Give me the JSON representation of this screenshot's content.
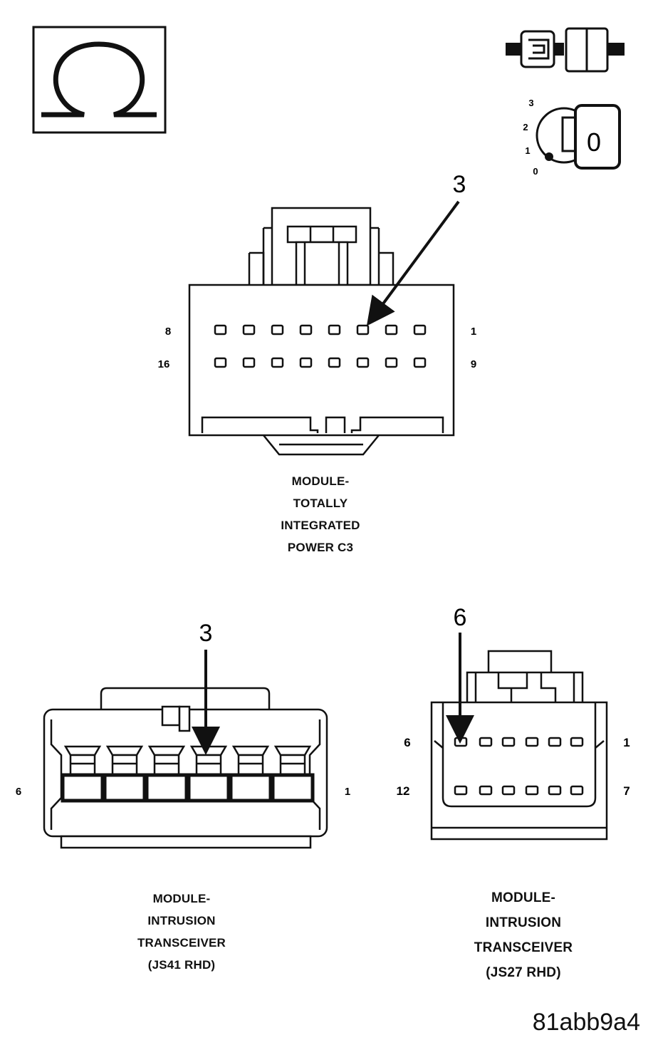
{
  "icons": {
    "ohmmeter": "ohm-icon",
    "disconnect": "connector-disconnect-icon",
    "ignition": "ignition-key-icon"
  },
  "ignition": {
    "positions": [
      "3",
      "2",
      "1",
      "0"
    ],
    "key_label": "0"
  },
  "tipm_c3": {
    "callout": "3",
    "pin_left_top": "8",
    "pin_right_top": "1",
    "pin_left_bottom": "16",
    "pin_right_bottom": "9",
    "caption": [
      "MODULE-",
      "TOTALLY",
      "INTEGRATED",
      "POWER C3"
    ]
  },
  "js41": {
    "callout": "3",
    "pin_left": "6",
    "pin_right": "1",
    "caption": [
      "MODULE-",
      "INTRUSION",
      "TRANSCEIVER",
      "(JS41 RHD)"
    ]
  },
  "js27": {
    "callout": "6",
    "pin_left_top": "6",
    "pin_right_top": "1",
    "pin_left_bottom": "12",
    "pin_right_bottom": "7",
    "caption": [
      "MODULE-",
      "INTRUSION",
      "TRANSCEIVER",
      "(JS27 RHD)"
    ]
  },
  "figure_id": "81abb9a4"
}
